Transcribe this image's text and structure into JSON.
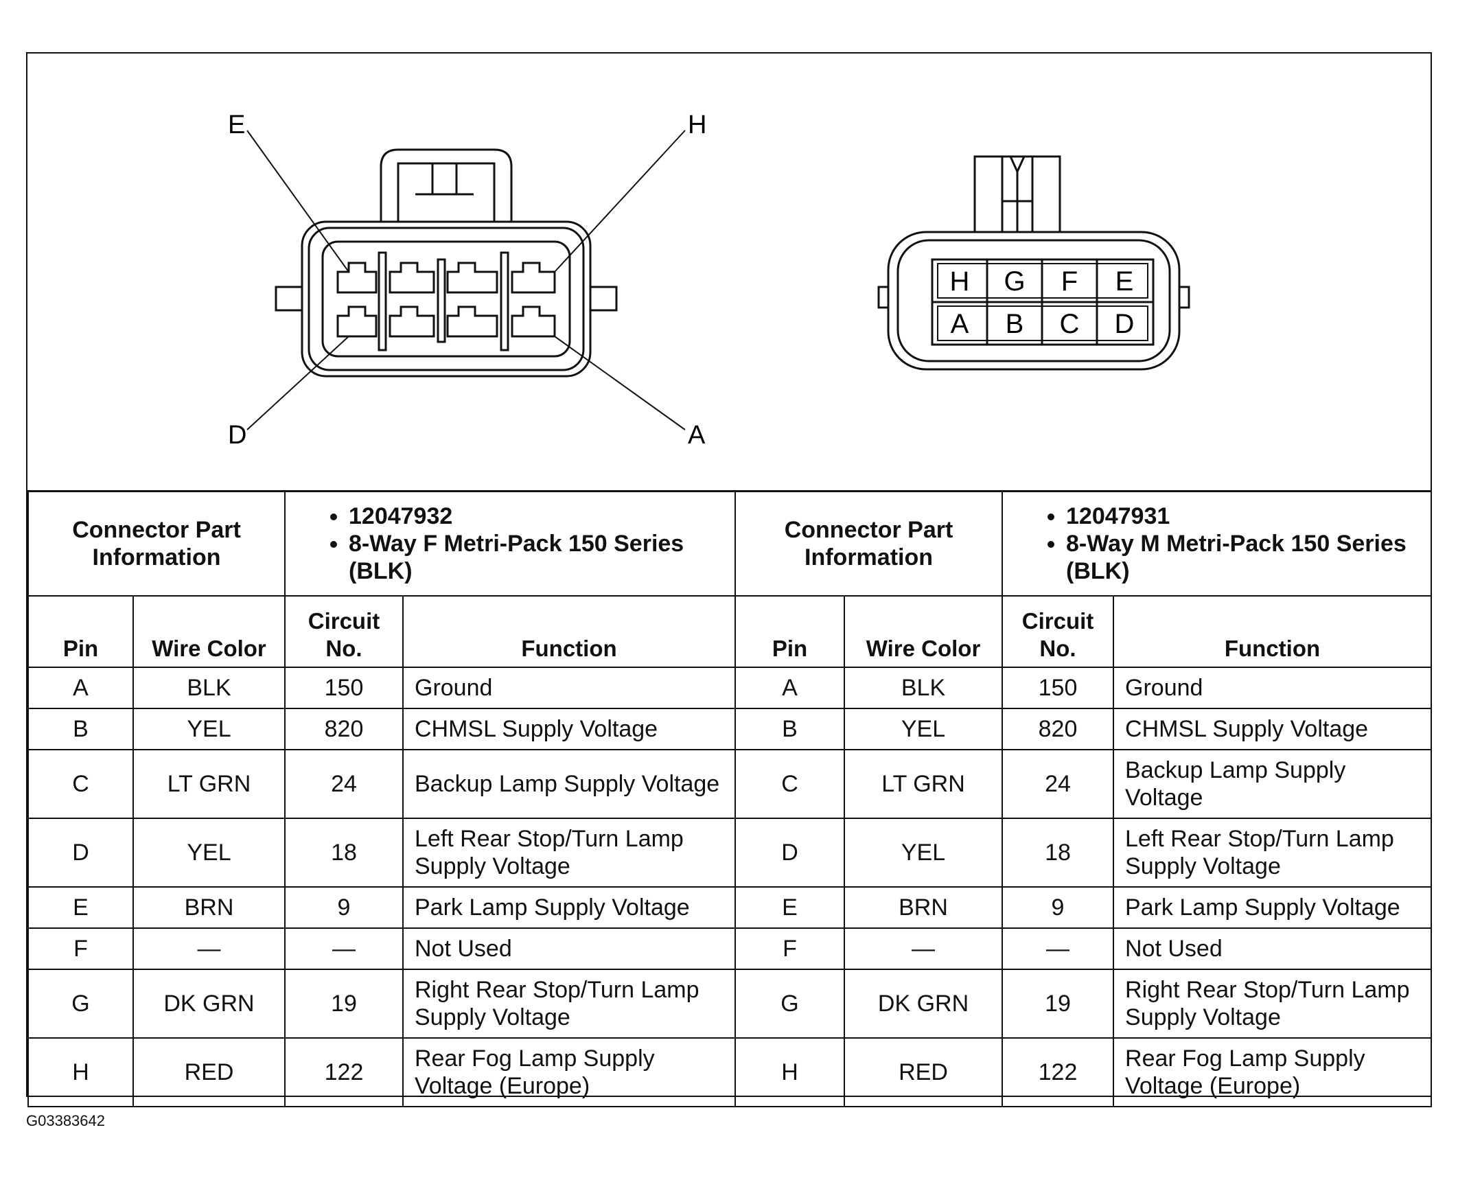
{
  "figure_id": "G03383642",
  "diagram": {
    "female_callouts": {
      "E": "E",
      "H": "H",
      "D": "D",
      "A": "A"
    },
    "male_cavity_labels": {
      "top": [
        "H",
        "G",
        "F",
        "E"
      ],
      "bottom": [
        "A",
        "B",
        "C",
        "D"
      ]
    }
  },
  "table": {
    "left": {
      "info_label": "Connector Part Information",
      "part_number": "12047932",
      "description": "8-Way F Metri-Pack 150 Series (BLK)",
      "headers": {
        "pin": "Pin",
        "wire_color": "Wire Color",
        "circuit": "Circuit No.",
        "function": "Function"
      }
    },
    "right": {
      "info_label": "Connector Part Information",
      "part_number": "12047931",
      "description": "8-Way M Metri-Pack 150 Series (BLK)",
      "headers": {
        "pin": "Pin",
        "wire_color": "Wire Color",
        "circuit": "Circuit No.",
        "function": "Function"
      }
    },
    "rows": [
      {
        "pin": "A",
        "wire": "BLK",
        "circuit": "150",
        "function": "Ground"
      },
      {
        "pin": "B",
        "wire": "YEL",
        "circuit": "820",
        "function": "CHMSL Supply Voltage"
      },
      {
        "pin": "C",
        "wire": "LT GRN",
        "circuit": "24",
        "function": "Backup Lamp Supply Voltage"
      },
      {
        "pin": "D",
        "wire": "YEL",
        "circuit": "18",
        "function": "Left Rear Stop/Turn Lamp Supply Voltage"
      },
      {
        "pin": "E",
        "wire": "BRN",
        "circuit": "9",
        "function": "Park Lamp Supply Voltage"
      },
      {
        "pin": "F",
        "wire": "—",
        "circuit": "—",
        "function": "Not Used"
      },
      {
        "pin": "G",
        "wire": "DK GRN",
        "circuit": "19",
        "function": "Right Rear Stop/Turn Lamp Supply Voltage"
      },
      {
        "pin": "H",
        "wire": "RED",
        "circuit": "122",
        "function": "Rear Fog Lamp Supply Voltage (Europe)"
      }
    ]
  }
}
